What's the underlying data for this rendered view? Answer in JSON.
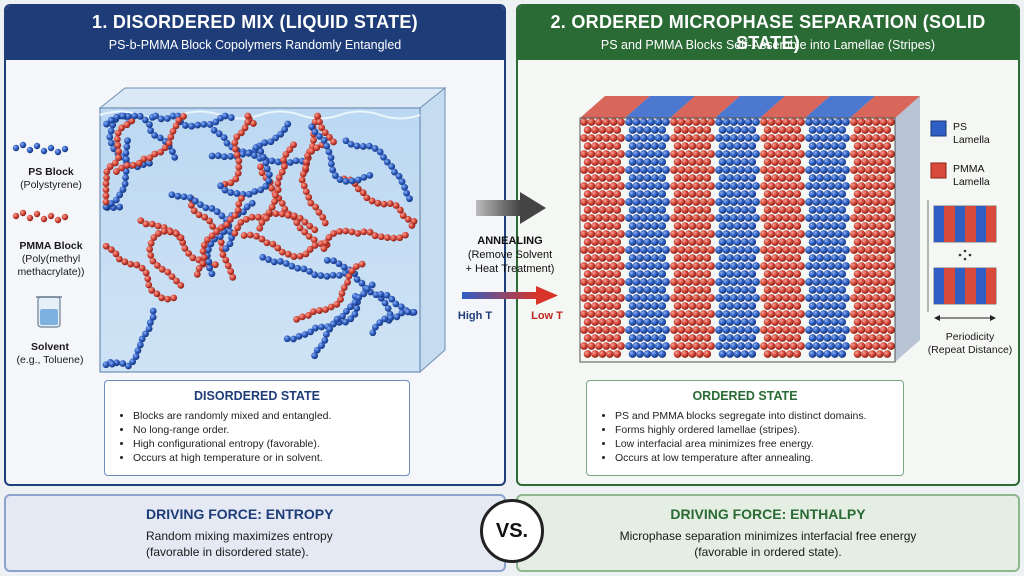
{
  "left_panel": {
    "title": "1. DISORDERED MIX (LIQUID STATE)",
    "subtitle": "PS-b-PMMA Block Copolymers Randomly Entangled",
    "legend": {
      "ps_name": "PS Block",
      "ps_full": "(Polystyrene)",
      "pmma_name": "PMMA Block",
      "pmma_full_1": "(Poly(methyl",
      "pmma_full_2": "methacrylate))",
      "solvent_name": "Solvent",
      "solvent_example": "(e.g., Toluene)"
    },
    "box": {
      "title": "DISORDERED STATE",
      "items": [
        "Blocks are randomly mixed and entangled.",
        "No long-range order.",
        "High configurational entropy (favorable).",
        "Occurs at high temperature or in solvent."
      ]
    }
  },
  "transition": {
    "label": "ANNEALING",
    "detail_1": "(Remove Solvent",
    "detail_2": "+ Heat Treatment)",
    "high_t": "High T",
    "low_t": "Low T"
  },
  "right_panel": {
    "title": "2. ORDERED MICROPHASE SEPARATION (SOLID STATE)",
    "subtitle": "PS and PMMA Blocks Self-Assemble into Lamellae (Stripes)",
    "legend": {
      "ps_1": "PS",
      "ps_2": "Lamella",
      "pmma_1": "PMMA",
      "pmma_2": "Lamella",
      "periodicity_1": "Periodicity",
      "periodicity_2": "(Repeat Distance)"
    },
    "box": {
      "title": "ORDERED STATE",
      "items": [
        "PS and PMMA blocks segregate into distinct domains.",
        "Forms highly ordered lamellae (stripes).",
        "Low interfacial area minimizes free energy.",
        "Occurs at low temperature after annealing."
      ]
    }
  },
  "footer": {
    "left_title": "DRIVING FORCE:  ENTROPY",
    "left_desc_1": "Random mixing maximizes entropy",
    "left_desc_2": "(favorable in disordered state).",
    "vs": "VS.",
    "right_title": "DRIVING FORCE: ENTHALPY",
    "right_desc_1": "Microphase separation minimizes interfacial free energy",
    "right_desc_2": "(favorable in ordered state)."
  },
  "colors": {
    "ps_blue": "#2f5fc4",
    "pmma_red": "#d84a3c",
    "left_header": "#1e3d78",
    "right_header": "#2a6a34"
  }
}
